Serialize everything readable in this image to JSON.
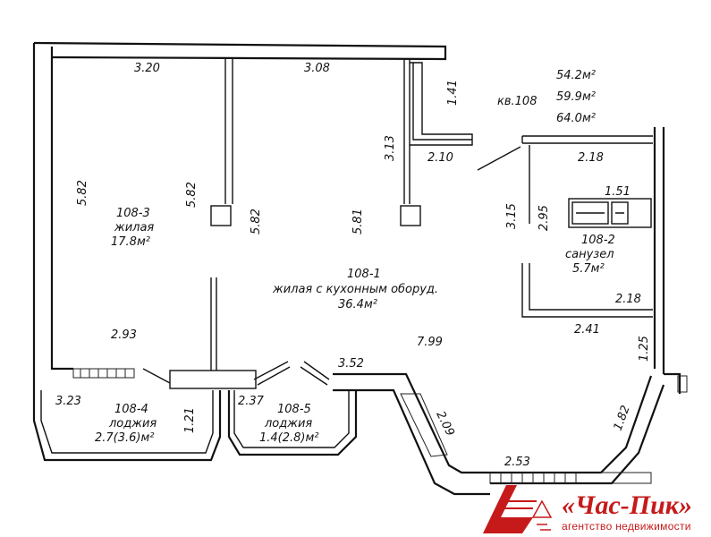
{
  "apartment": {
    "number": "кв.108",
    "areas": [
      "54.2м²",
      "59.9м²",
      "64.0м²"
    ]
  },
  "rooms": [
    {
      "id": "108-3",
      "name": "жилая",
      "area": "17.8м²"
    },
    {
      "id": "108-1",
      "name": "жилая с кухонным оборуд.",
      "area": "36.4м²"
    },
    {
      "id": "108-2",
      "name": "санузел",
      "area": "5.7м²"
    },
    {
      "id": "108-4",
      "name": "лоджия",
      "area": "2.7(3.6)м²"
    },
    {
      "id": "108-5",
      "name": "лоджия",
      "area": "1.4(2.8)м²"
    }
  ],
  "dimensions": [
    "3.20",
    "3.08",
    "1.41",
    "5.82",
    "5.82",
    "5.82",
    "5.81",
    "3.13",
    "2.10",
    "2.18",
    "1.51",
    "3.15",
    "2.95",
    "2.18",
    "2.41",
    "2.93",
    "7.99",
    "3.52",
    "2.37",
    "3.23",
    "1.21",
    "2.09",
    "1.25",
    "1.82",
    "2.53"
  ],
  "logo": {
    "title": "«Час-Пик»",
    "subtitle": "агентство недвижимости",
    "color": "#c61a1a"
  }
}
